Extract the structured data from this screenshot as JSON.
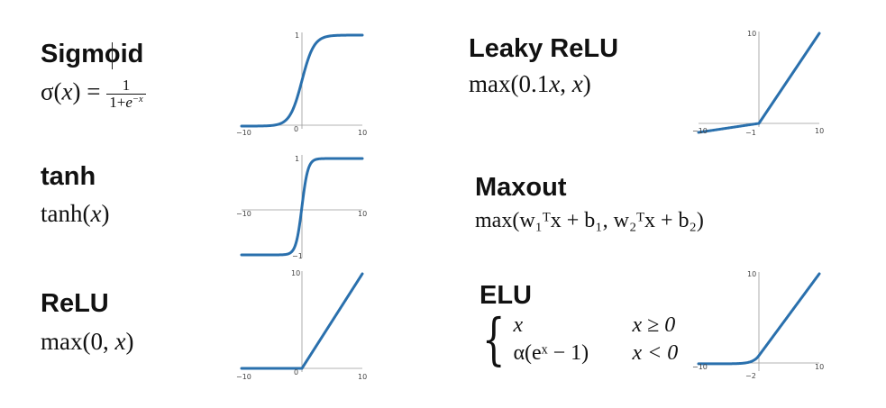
{
  "colors": {
    "curve": "#2a70ad",
    "axis": "#9a9a9a",
    "text": "#111111"
  },
  "panels": [
    {
      "id": "sigmoid",
      "title": "Sigmoid",
      "formula": {
        "prefix": "σ(",
        "var": "x",
        "mid": ") = ",
        "num": "1",
        "den_base": "1+",
        "den_e": "e",
        "den_exp": "−x"
      },
      "ticks": {
        "x_left": "−10",
        "x_center": "0",
        "x_right": "10",
        "y_top": "1"
      }
    },
    {
      "id": "tanh",
      "title": "tanh",
      "formula": {
        "prefix": "tanh(",
        "var": "x",
        "suffix": ")"
      },
      "ticks": {
        "x_left": "−10",
        "x_right": "10",
        "y_top": "1",
        "y_bottom": "−1"
      }
    },
    {
      "id": "relu",
      "title": "ReLU",
      "formula": {
        "prefix": "max(0, ",
        "var": "x",
        "suffix": ")"
      },
      "ticks": {
        "x_left": "−10",
        "x_center": "0",
        "x_right": "10",
        "y_top": "10"
      }
    },
    {
      "id": "leaky-relu",
      "title": "Leaky ReLU",
      "formula": {
        "prefix": "max(0.1",
        "var": "x",
        "mid": ", ",
        "var2": "x",
        "suffix": ")"
      },
      "ticks": {
        "x_left": "−10",
        "x_center": "−1",
        "x_right": "10",
        "y_top": "10"
      }
    },
    {
      "id": "maxout",
      "title": "Maxout",
      "formula": {
        "text": "max(w₁ᵀx + b₁, w₂ᵀx + b₂)"
      }
    },
    {
      "id": "elu",
      "title": "ELU",
      "formula": {
        "case1_expr": "x",
        "case1_cond": "x ≥ 0",
        "case2_expr": "α(eˣ − 1)",
        "case2_cond": "x < 0"
      },
      "ticks": {
        "x_left": "−10",
        "x_center": "−2",
        "x_right": "10",
        "y_top": "10"
      }
    }
  ],
  "chart_data": [
    {
      "type": "line",
      "name": "sigmoid",
      "function": "sigmoid",
      "xlim": [
        -10,
        10
      ],
      "ylim": [
        0,
        1
      ],
      "x_ticks": [
        -10,
        0,
        10
      ],
      "y_ticks": [
        1
      ]
    },
    {
      "type": "line",
      "name": "tanh",
      "function": "tanh",
      "xlim": [
        -10,
        10
      ],
      "ylim": [
        -1,
        1
      ],
      "x_ticks": [
        -10,
        10
      ],
      "y_ticks": [
        -1,
        1
      ]
    },
    {
      "type": "line",
      "name": "relu",
      "function": "relu",
      "xlim": [
        -10,
        10
      ],
      "ylim": [
        0,
        10
      ],
      "x_ticks": [
        -10,
        0,
        10
      ],
      "y_ticks": [
        10
      ]
    },
    {
      "type": "line",
      "name": "leaky-relu",
      "function": "leaky_relu",
      "alpha": 0.1,
      "xlim": [
        -10,
        10
      ],
      "ylim": [
        -1,
        10
      ],
      "x_ticks": [
        -10,
        -1,
        10
      ],
      "y_ticks": [
        10
      ]
    },
    {
      "type": "line",
      "name": "elu",
      "function": "elu",
      "alpha": 1,
      "xlim": [
        -10,
        10
      ],
      "ylim": [
        -2,
        10
      ],
      "x_ticks": [
        -10,
        -2,
        10
      ],
      "y_ticks": [
        10
      ]
    }
  ]
}
